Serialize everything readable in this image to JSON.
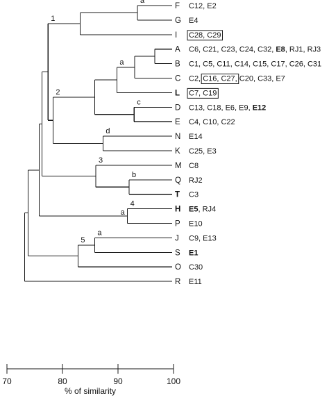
{
  "leaves": [
    {
      "id": "F",
      "members": [
        {
          "t": "C12, E2"
        }
      ]
    },
    {
      "id": "G",
      "members": [
        {
          "t": "E4"
        }
      ]
    },
    {
      "id": "I",
      "members": [
        {
          "t": "C28, C29",
          "boxed": true
        }
      ]
    },
    {
      "id": "A",
      "members": [
        {
          "t": "C6, C21, C23, C24, C32, "
        },
        {
          "t": "E8",
          "bold": true
        },
        {
          "t": ", RJ1, RJ3"
        }
      ]
    },
    {
      "id": "B",
      "members": [
        {
          "t": "C1, C5, C11, C14, C15, C17, C26, C31"
        }
      ]
    },
    {
      "id": "C",
      "members": [
        {
          "t": "C2, "
        },
        {
          "t": "C16, C27,",
          "boxed": true
        },
        {
          "t": " C20, C33, E7"
        }
      ]
    },
    {
      "id": "L",
      "bold": true,
      "members": [
        {
          "t": "C7, C19",
          "boxed": true
        }
      ]
    },
    {
      "id": "D",
      "members": [
        {
          "t": "C13, C18, E6, E9, "
        },
        {
          "t": "E12",
          "bold": true
        }
      ]
    },
    {
      "id": "E",
      "members": [
        {
          "t": "C4, C10, C22"
        }
      ]
    },
    {
      "id": "N",
      "members": [
        {
          "t": "E14"
        }
      ]
    },
    {
      "id": "K",
      "members": [
        {
          "t": "C25, E3"
        }
      ]
    },
    {
      "id": "M",
      "members": [
        {
          "t": "C8"
        }
      ]
    },
    {
      "id": "Q",
      "members": [
        {
          "t": "RJ2"
        }
      ]
    },
    {
      "id": "T",
      "bold": true,
      "members": [
        {
          "t": "C3"
        }
      ]
    },
    {
      "id": "H",
      "bold": true,
      "members": [
        {
          "t": "E5",
          "bold": true
        },
        {
          "t": ", RJ4"
        }
      ]
    },
    {
      "id": "P",
      "members": [
        {
          "t": "E10"
        }
      ]
    },
    {
      "id": "J",
      "members": [
        {
          "t": "C9, E13"
        }
      ]
    },
    {
      "id": "S",
      "members": [
        {
          "t": "E1",
          "bold": true
        }
      ]
    },
    {
      "id": "O",
      "members": [
        {
          "t": "C30"
        }
      ]
    },
    {
      "id": "R",
      "members": [
        {
          "t": "E11"
        }
      ]
    }
  ],
  "tree": {
    "sim": 73.2,
    "children": [
      {
        "sim": 73.8,
        "children": [
          {
            "sim": 75.8,
            "children": [
              {
                "sim": 76.3,
                "children": [
                  {
                    "sim": 77.4,
                    "label": "1",
                    "children": [
                      {
                        "sim": 83.2,
                        "children": [
                          {
                            "sim": 93.5,
                            "label": "a",
                            "children": [
                              {
                                "leaf": "F"
                              },
                              {
                                "leaf": "G"
                              }
                            ]
                          },
                          {
                            "leaf": "I"
                          }
                        ]
                      },
                      {
                        "sim": 78.3,
                        "label": "2",
                        "children": [
                          {
                            "sim": 85.8,
                            "children": [
                              {
                                "sim": 89.8,
                                "label": "a",
                                "children": [
                                  {
                                    "sim": 93.0,
                                    "children": [
                                      {
                                        "sim": 96.6,
                                        "children": [
                                          {
                                            "leaf": "A"
                                          },
                                          {
                                            "leaf": "B"
                                          }
                                        ]
                                      },
                                      {
                                        "leaf": "C"
                                      }
                                    ]
                                  },
                                  {
                                    "leaf": "L"
                                  }
                                ]
                              },
                              {
                                "sim": 92.9,
                                "label": "c",
                                "children": [
                                  {
                                    "leaf": "D"
                                  },
                                  {
                                    "leaf": "E"
                                  }
                                ]
                              }
                            ]
                          },
                          {
                            "sim": 87.3,
                            "label": "d",
                            "children": [
                              {
                                "leaf": "N"
                              },
                              {
                                "leaf": "K"
                              }
                            ]
                          }
                        ]
                      }
                    ]
                  },
                  {
                    "sim": 86.0,
                    "label": "3",
                    "children": [
                      {
                        "leaf": "M"
                      },
                      {
                        "sim": 92.0,
                        "label": "b",
                        "children": [
                          {
                            "leaf": "Q"
                          },
                          {
                            "leaf": "T"
                          }
                        ]
                      }
                    ]
                  }
                ]
              },
              {
                "sim": 91.7,
                "label": "4",
                "label_mid": "a",
                "children": [
                  {
                    "leaf": "H"
                  },
                  {
                    "leaf": "P"
                  }
                ]
              }
            ]
          },
          {
            "sim": 82.8,
            "label": "5",
            "children": [
              {
                "sim": 85.8,
                "label": "a",
                "children": [
                  {
                    "leaf": "J"
                  },
                  {
                    "leaf": "S"
                  }
                ]
              },
              {
                "leaf": "O"
              }
            ]
          }
        ]
      },
      {
        "leaf": "R"
      }
    ]
  },
  "axis": {
    "min": 70,
    "max": 100,
    "ticks": [
      70,
      80,
      90,
      100
    ],
    "label": "% of similarity"
  }
}
